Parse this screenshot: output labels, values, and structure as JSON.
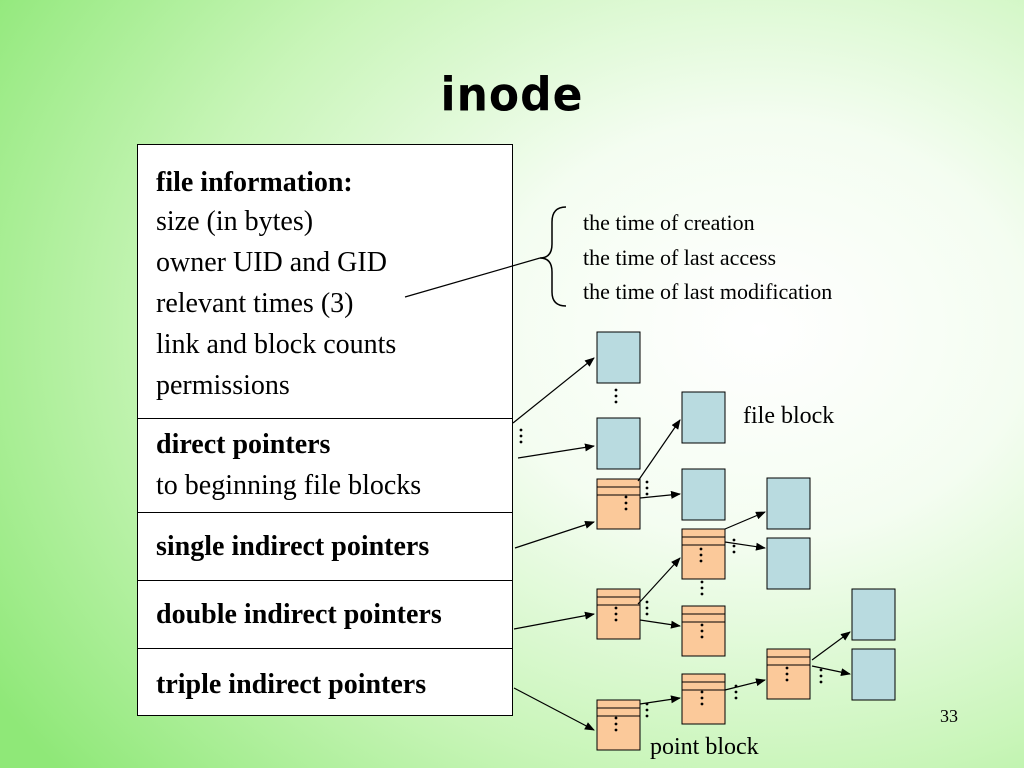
{
  "title": "inode",
  "inode": {
    "file_info": {
      "heading": "file information:",
      "lines": [
        "size (in bytes)",
        "owner UID and GID",
        "relevant times (3)",
        "link and block counts",
        "permissions"
      ]
    },
    "direct": {
      "heading": "direct pointers",
      "sub": "to beginning file blocks"
    },
    "single": "single indirect pointers",
    "double": "double indirect pointers",
    "triple": "triple indirect pointers"
  },
  "times": [
    "the time of creation",
    "the time of last access",
    "the time of last modification"
  ],
  "labels": {
    "file_block": "file block",
    "point_block": "point block"
  },
  "page_number": "33",
  "colors": {
    "file_block": "#b9dbe0",
    "point_block": "#fbc99a",
    "ink": "#000000"
  }
}
